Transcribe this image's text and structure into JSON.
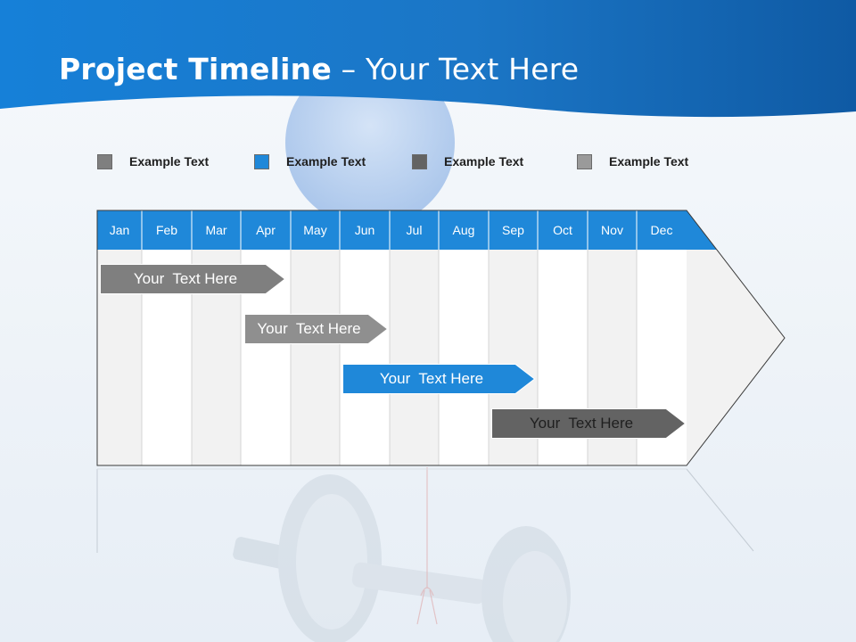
{
  "slide": {
    "title_bold": "Project Timeline",
    "title_rest": " – Your Text Here"
  },
  "legend": [
    {
      "label": "Example Text",
      "color": "#7f7f7f"
    },
    {
      "label": "Example Text",
      "color": "#1f88d9"
    },
    {
      "label": "Example Text",
      "color": "#636363"
    },
    {
      "label": "Example Text",
      "color": "#9a9a9a"
    }
  ],
  "months": [
    "Jan",
    "Feb",
    "Mar",
    "Apr",
    "May",
    "Jun",
    "Jul",
    "Aug",
    "Sep",
    "Oct",
    "Nov",
    "Dec"
  ],
  "tasks": [
    {
      "label": "Your  Text Here",
      "start_month": "Jan",
      "end_month": "Apr",
      "color": "#7f7f7f",
      "text_color": "#ffffff"
    },
    {
      "label": "Your  Text Here",
      "start_month": "Apr",
      "end_month": "Jun",
      "color": "#8f8f8f",
      "text_color": "#ffffff"
    },
    {
      "label": "Your  Text Here",
      "start_month": "Jun",
      "end_month": "Sep",
      "color": "#1f88d9",
      "text_color": "#ffffff"
    },
    {
      "label": "Your  Text Here",
      "start_month": "Sep",
      "end_month": "Dec",
      "color": "#636363",
      "text_color": "#1f1f1f"
    }
  ],
  "colors": {
    "header_blue": "#1b78cc",
    "month_header": "#1f88d9",
    "column_shade": "#f2f2f2",
    "column_white": "#ffffff"
  }
}
